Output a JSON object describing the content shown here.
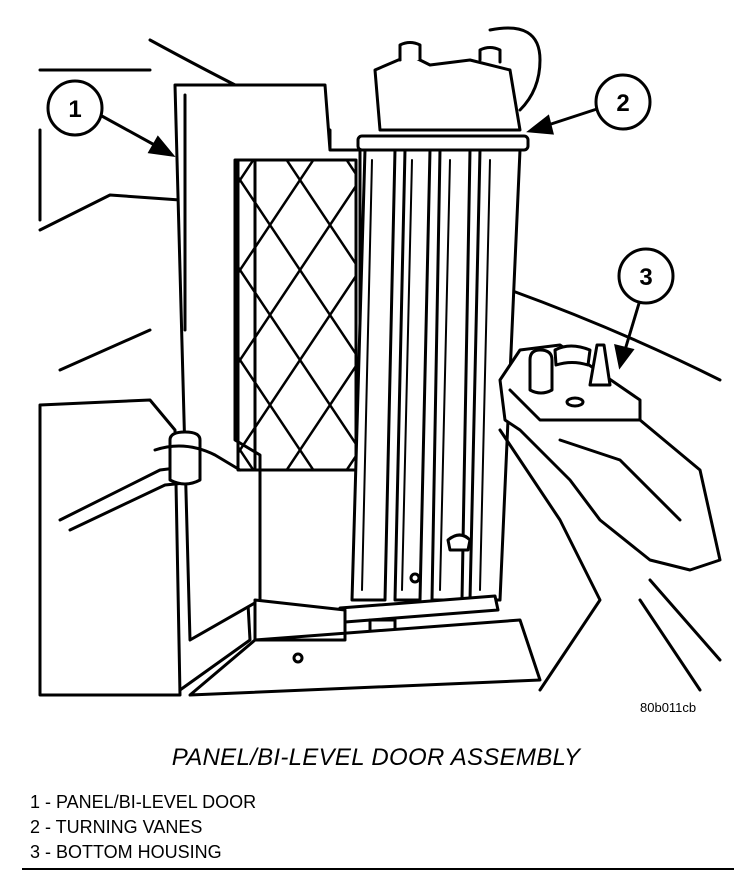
{
  "figure": {
    "ref_code": "80b011cb",
    "title": "PANEL/BI-LEVEL DOOR ASSEMBLY"
  },
  "callouts": [
    {
      "number": "1",
      "label": "PANEL/BI-LEVEL DOOR"
    },
    {
      "number": "2",
      "label": "TURNING VANES"
    },
    {
      "number": "3",
      "label": "BOTTOM HOUSING"
    }
  ],
  "legend": [
    "1 - PANEL/BI-LEVEL DOOR",
    "2 - TURNING VANES",
    "3 - BOTTOM HOUSING"
  ]
}
